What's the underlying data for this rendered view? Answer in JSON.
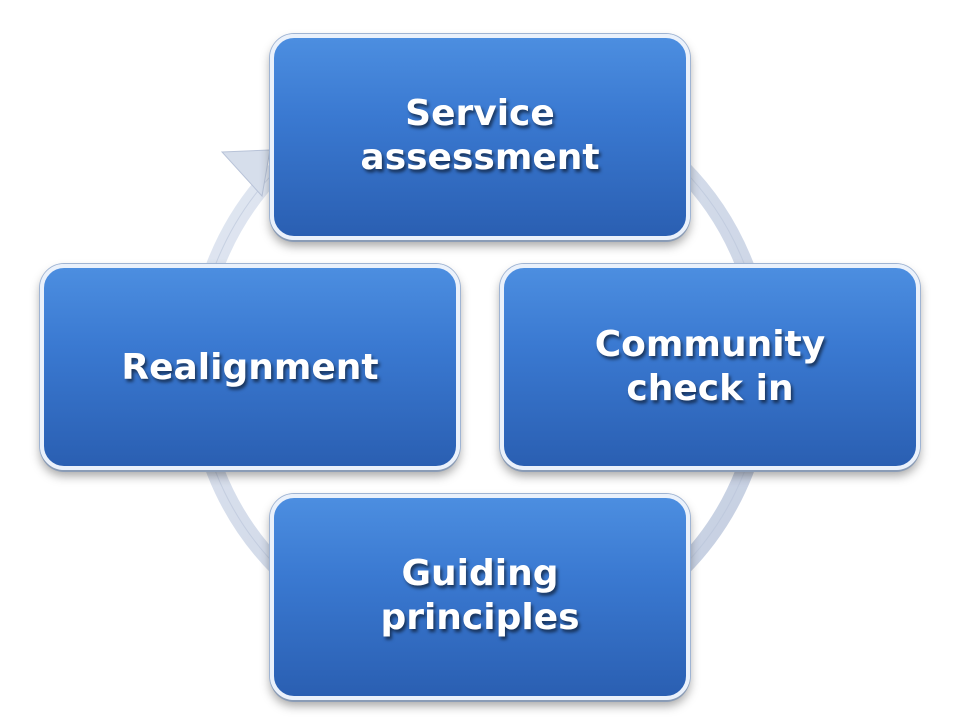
{
  "diagram": {
    "nodes": [
      {
        "id": "service-assessment",
        "label": "Service\nassessment"
      },
      {
        "id": "community-check-in",
        "label": "Community\ncheck in"
      },
      {
        "id": "guiding-principles",
        "label": "Guiding\nprinciples"
      },
      {
        "id": "realignment",
        "label": "Realignment"
      }
    ],
    "colors": {
      "box_fill": "#3a79d1",
      "box_border": "#eaf1fb",
      "ring": "#cdd6e6",
      "text": "#ffffff"
    },
    "flow": "clockwise"
  }
}
